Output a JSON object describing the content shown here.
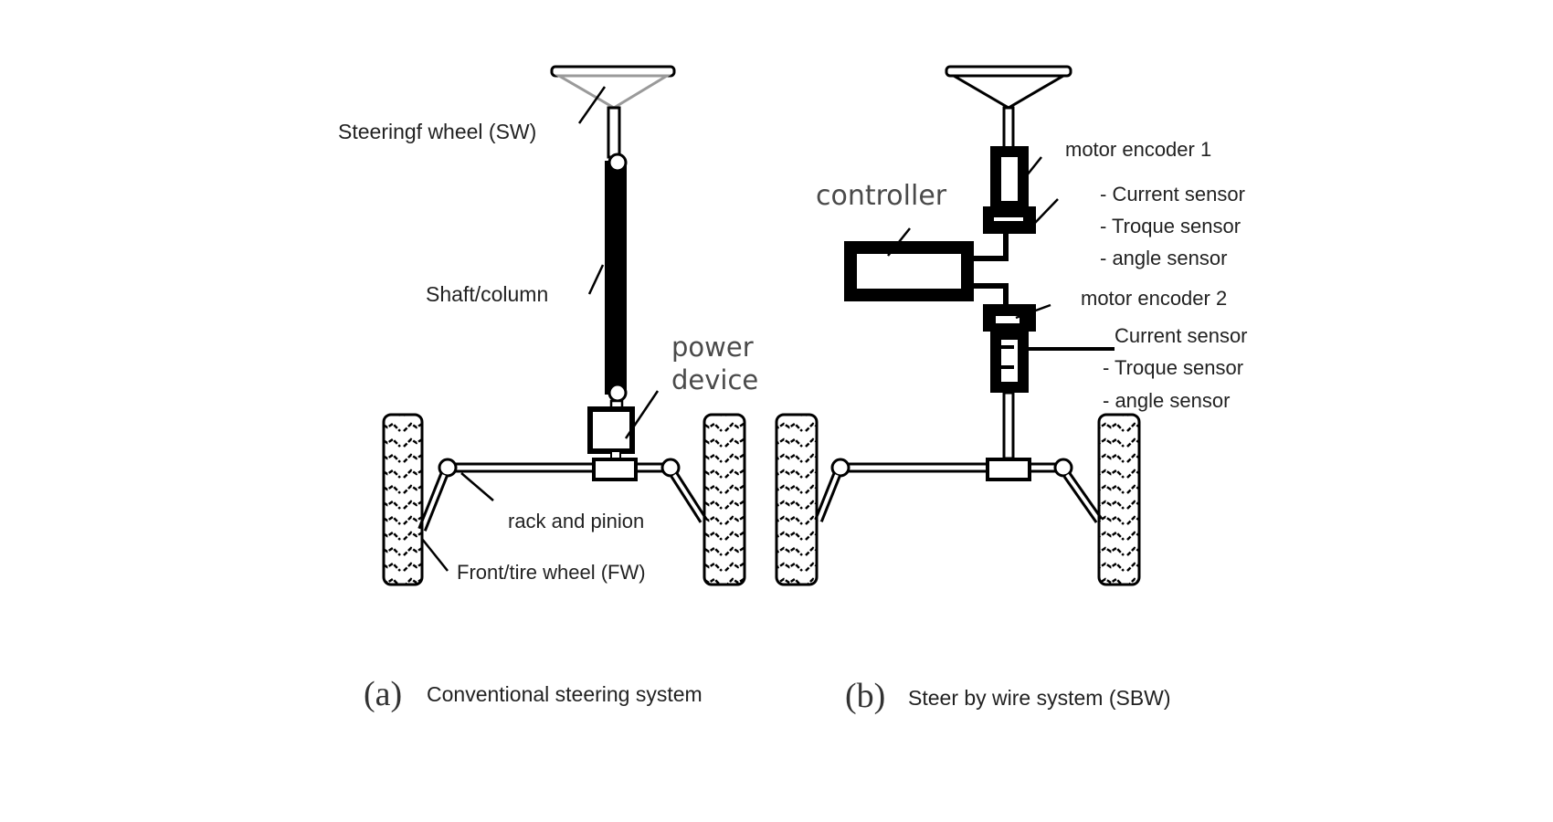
{
  "figure": {
    "panel_a": {
      "letter": "(a)",
      "caption": "Conventional steering system",
      "labels": {
        "steering_wheel": "Steeringf wheel (SW)",
        "shaft": "Shaft/column",
        "power_line1": "power",
        "power_line2": "device",
        "rack": "rack and pinion",
        "front_wheel": "Front/tire wheel (FW)"
      }
    },
    "panel_b": {
      "letter": "(b)",
      "caption": "Steer by wire system (SBW)",
      "labels": {
        "controller": "controller",
        "encoder1": "motor encoder 1",
        "encoder1_sensors": [
          "- Current sensor",
          "- Troque sensor",
          "- angle sensor"
        ],
        "encoder2": "motor encoder  2",
        "encoder2_sensors": [
          "Current sensor",
          "- Troque sensor",
          "- angle sensor"
        ]
      }
    }
  },
  "colors": {
    "ink": "#000000",
    "label": "#222222",
    "wheel_gray": "#9a9a9a"
  }
}
